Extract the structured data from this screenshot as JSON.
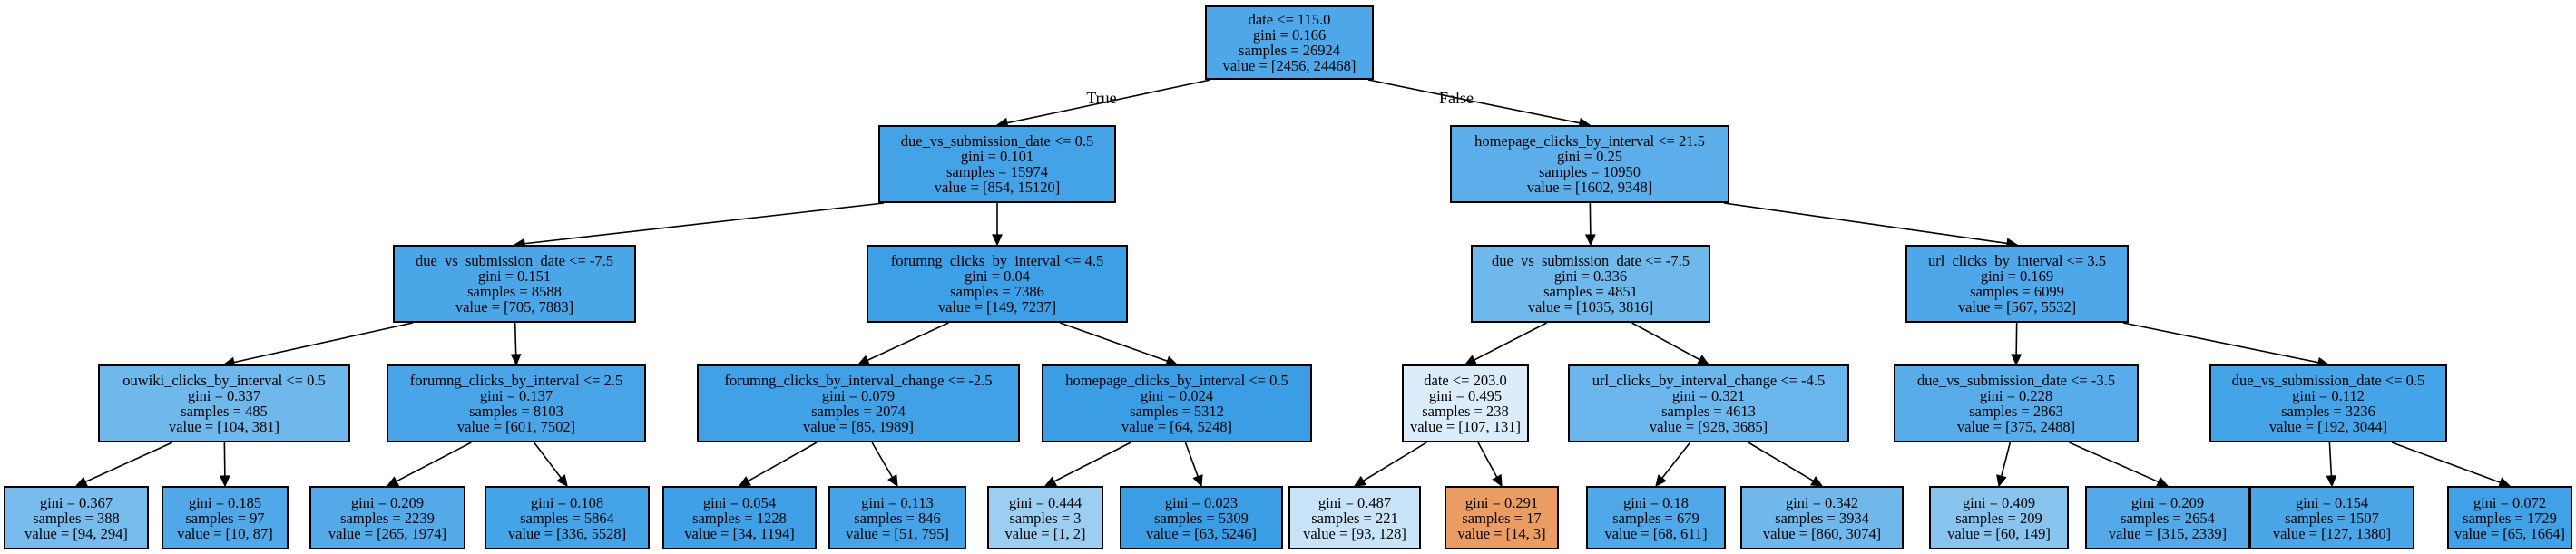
{
  "colors": {
    "class1_strong": "#3c9ee5",
    "class0": "#e58139",
    "edge": "#000000"
  },
  "branch_labels": {
    "true_label": "True",
    "false_label": "False"
  },
  "nodes": {
    "n0": {
      "condition": "date <= 115.0",
      "gini": "gini = 0.166",
      "samples": "samples = 26924",
      "value": "value = [2456, 24468]",
      "fill": "#4da7e8"
    },
    "n1": {
      "condition": "due_vs_submission_date <= 0.5",
      "gini": "gini = 0.101",
      "samples": "samples = 15974",
      "value": "value = [854, 15120]",
      "fill": "#44a2e6"
    },
    "n2": {
      "condition": "homepage_clicks_by_interval <= 21.5",
      "gini": "gini = 0.25",
      "samples": "samples = 10950",
      "value": "value = [1602, 9348]",
      "fill": "#5baee9"
    },
    "n3": {
      "condition": "due_vs_submission_date <= -7.5",
      "gini": "gini = 0.151",
      "samples": "samples = 8588",
      "value": "value = [705, 7883]",
      "fill": "#4ba6e7"
    },
    "n4": {
      "condition": "forumng_clicks_by_interval <= 4.5",
      "gini": "gini = 0.04",
      "samples": "samples = 7386",
      "value": "value = [149, 7237]",
      "fill": "#3d9fe6"
    },
    "n5": {
      "condition": "due_vs_submission_date <= -7.5",
      "gini": "gini = 0.336",
      "samples": "samples = 4851",
      "value": "value = [1035, 3816]",
      "fill": "#6fb8ec"
    },
    "n6": {
      "condition": "url_clicks_by_interval <= 3.5",
      "gini": "gini = 0.169",
      "samples": "samples = 6099",
      "value": "value = [567, 5532]",
      "fill": "#4da7e8"
    },
    "n7": {
      "condition": "ouwiki_clicks_by_interval <= 0.5",
      "gini": "gini = 0.337",
      "samples": "samples = 485",
      "value": "value = [104, 381]",
      "fill": "#6fb8ec"
    },
    "n8": {
      "condition": "forumng_clicks_by_interval <= 2.5",
      "gini": "gini = 0.137",
      "samples": "samples = 8103",
      "value": "value = [601, 7502]",
      "fill": "#49a5e7"
    },
    "n9": {
      "condition": "forumng_clicks_by_interval_change <= -2.5",
      "gini": "gini = 0.079",
      "samples": "samples = 2074",
      "value": "value = [85, 1989]",
      "fill": "#41a1e6"
    },
    "n10": {
      "condition": "homepage_clicks_by_interval <= 0.5",
      "gini": "gini = 0.024",
      "samples": "samples = 5312",
      "value": "value = [64, 5248]",
      "fill": "#3b9ee5"
    },
    "n11": {
      "condition": "date <= 203.0",
      "gini": "gini = 0.495",
      "samples": "samples = 238",
      "value": "value = [107, 131]",
      "fill": "#dbedfa"
    },
    "n12": {
      "condition": "url_clicks_by_interval_change <= -4.5",
      "gini": "gini = 0.321",
      "samples": "samples = 4613",
      "value": "value = [928, 3685]",
      "fill": "#6bb6ec"
    },
    "n13": {
      "condition": "due_vs_submission_date <= -3.5",
      "gini": "gini = 0.228",
      "samples": "samples = 2863",
      "value": "value = [375, 2488]",
      "fill": "#57ace9"
    },
    "n14": {
      "condition": "due_vs_submission_date <= 0.5",
      "gini": "gini = 0.112",
      "samples": "samples = 3236",
      "value": "value = [192, 3044]",
      "fill": "#45a3e7"
    },
    "l1": {
      "gini": "gini = 0.367",
      "samples": "samples = 388",
      "value": "value = [94, 294]",
      "fill": "#78bced"
    },
    "l2": {
      "gini": "gini = 0.185",
      "samples": "samples = 97",
      "value": "value = [10, 87]",
      "fill": "#50a8e8"
    },
    "l3": {
      "gini": "gini = 0.209",
      "samples": "samples = 2239",
      "value": "value = [265, 1974]",
      "fill": "#54aae8"
    },
    "l4": {
      "gini": "gini = 0.108",
      "samples": "samples = 5864",
      "value": "value = [336, 5528]",
      "fill": "#45a3e7"
    },
    "l5": {
      "gini": "gini = 0.054",
      "samples": "samples = 1228",
      "value": "value = [34, 1194]",
      "fill": "#3fa0e6"
    },
    "l6": {
      "gini": "gini = 0.113",
      "samples": "samples = 846",
      "value": "value = [51, 795]",
      "fill": "#46a3e7"
    },
    "l7": {
      "gini": "gini = 0.444",
      "samples": "samples = 3",
      "value": "value = [1, 2]",
      "fill": "#9ccef2"
    },
    "l8": {
      "gini": "gini = 0.023",
      "samples": "samples = 5309",
      "value": "value = [63, 5246]",
      "fill": "#3b9ee5"
    },
    "l9": {
      "gini": "gini = 0.487",
      "samples": "samples = 221",
      "value": "value = [93, 128]",
      "fill": "#c9e4f8"
    },
    "l10": {
      "gini": "gini = 0.291",
      "samples": "samples = 17",
      "value": "value = [14, 3]",
      "fill": "#eb9c63"
    },
    "l11": {
      "gini": "gini = 0.18",
      "samples": "samples = 679",
      "value": "value = [68, 611]",
      "fill": "#4fa8e8"
    },
    "l12": {
      "gini": "gini = 0.342",
      "samples": "samples = 3934",
      "value": "value = [860, 3074]",
      "fill": "#70b8ec"
    },
    "l13": {
      "gini": "gini = 0.409",
      "samples": "samples = 209",
      "value": "value = [60, 149]",
      "fill": "#89c4ef"
    },
    "l14": {
      "gini": "gini = 0.209",
      "samples": "samples = 2654",
      "value": "value = [315, 2339]",
      "fill": "#54aae9"
    },
    "l15": {
      "gini": "gini = 0.154",
      "samples": "samples = 1507",
      "value": "value = [127, 1380]",
      "fill": "#4ba6e7"
    },
    "l16": {
      "gini": "gini = 0.072",
      "samples": "samples = 1729",
      "value": "value = [65, 1664]",
      "fill": "#41a1e6"
    }
  },
  "edges": [
    [
      "n0",
      "n1"
    ],
    [
      "n0",
      "n2"
    ],
    [
      "n1",
      "n3"
    ],
    [
      "n1",
      "n4"
    ],
    [
      "n2",
      "n5"
    ],
    [
      "n2",
      "n6"
    ],
    [
      "n3",
      "n7"
    ],
    [
      "n3",
      "n8"
    ],
    [
      "n4",
      "n9"
    ],
    [
      "n4",
      "n10"
    ],
    [
      "n5",
      "n11"
    ],
    [
      "n5",
      "n12"
    ],
    [
      "n6",
      "n13"
    ],
    [
      "n6",
      "n14"
    ],
    [
      "n7",
      "l1"
    ],
    [
      "n7",
      "l2"
    ],
    [
      "n8",
      "l3"
    ],
    [
      "n8",
      "l4"
    ],
    [
      "n9",
      "l5"
    ],
    [
      "n9",
      "l6"
    ],
    [
      "n10",
      "l7"
    ],
    [
      "n10",
      "l8"
    ],
    [
      "n11",
      "l9"
    ],
    [
      "n11",
      "l10"
    ],
    [
      "n12",
      "l11"
    ],
    [
      "n12",
      "l12"
    ],
    [
      "n13",
      "l13"
    ],
    [
      "n13",
      "l14"
    ],
    [
      "n14",
      "l15"
    ],
    [
      "n14",
      "l16"
    ]
  ]
}
